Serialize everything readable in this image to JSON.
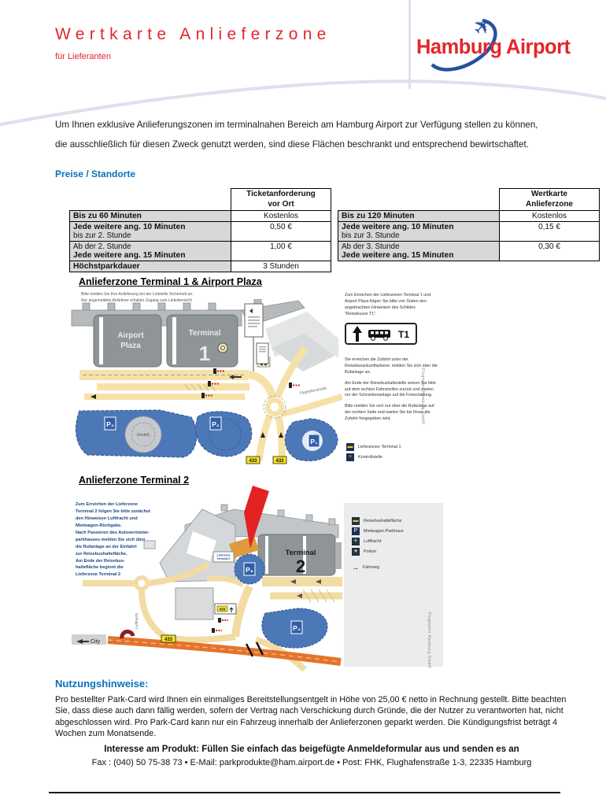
{
  "header": {
    "title": "Wertkarte Anlieferzone",
    "subtitle": "für Lieferanten",
    "logo_text": "Hamburg Airport"
  },
  "colors": {
    "brand_red": "#e2262c",
    "brand_blue": "#27519f",
    "heading_blue": "#0a71b8",
    "curve_gray": "#dce1ee",
    "table_gray": "#d8d8d8",
    "map_road_yellow": "#f6e1a8",
    "map_parking_blue": "#4d78b7",
    "map_building_gray": "#8f9497",
    "map_orange_road": "#e4742b"
  },
  "intro": "Um Ihnen exklusive Anlieferungszonen im terminalnahen Bereich am Hamburg Airport zur Verfügung stellen zu können,\ndie ausschließlich für diesen Zweck genutzt werden, sind diese Flächen beschrankt und entsprechend bewirtschaftet.",
  "prices": {
    "heading": "Preise / Standorte",
    "ticket_table": {
      "col_header": "Ticketanforderung\nvor Ort",
      "rows": [
        {
          "l1": "Bis zu 60 Minuten",
          "l2": "",
          "value": "Kostenlos"
        },
        {
          "l1": "Jede weitere ang. 10 Minuten",
          "l2": "bis zur 2. Stunde",
          "value": "0,50 €"
        },
        {
          "l1": "Ab der 2. Stunde",
          "l2": "Jede weitere ang. 15 Minuten",
          "value": "1,00 €"
        },
        {
          "l1": "Höchstparkdauer",
          "l2": "",
          "value": "3 Stunden"
        }
      ]
    },
    "wertkarte_table": {
      "col_header": "Wertkarte\nAnlieferzone",
      "rows": [
        {
          "l1": "Bis zu 120 Minuten",
          "l2": "",
          "value": "Kostenlos"
        },
        {
          "l1": "Jede weitere ang. 10 Minuten",
          "l2": "bis zur 3. Stunde",
          "value": "0,15 €"
        },
        {
          "l1": "Ab der 3. Stunde",
          "l2": "Jede weitere ang. 15 Minuten",
          "value": "0,30 €"
        }
      ]
    }
  },
  "map1": {
    "title": "Anlieferzone Terminal 1 & Airport Plaza",
    "note": "Bitte melden Sie Ihre Anlieferung bei der Leitstelle Sicherheit an.\nNur angemeldete Anlieferer erhalten Zugang zum Lieferbereich!",
    "labels": {
      "plaza1": "Airport",
      "plaza2": "Plaza",
      "terminal": "Terminal",
      "terminal_no": "1",
      "hotel": "(Hotel)",
      "p4": "P₄",
      "p2": "P₂",
      "p1": "P₁",
      "route_a": "433",
      "route_b": "433",
      "street": "Flughafenstraße"
    },
    "side": {
      "para1": "Zum Erreichen der Lieferzonen Terminal 1 und Airport Plaza folgen Sie bitte von Süden den angebrachten Hinweisen des Schildes \"Reisebusse T1\".",
      "sign_label": "T1",
      "para2": "Sie erreichen die Zufahrt unter der Reisebusankunftsebene; melden Sie sich über die Rufanlage an.",
      "para3": "Am Ende der Reisebushaltestelle setzen Sie bitte auf dem rechten Fahrstreifen zurück und warten vor der Schrankenanlage auf die Freischaltung.",
      "para4": "Bitte melden Sie sich nur über die Rufanlage auf der rechten Seite und warten Sie bis Ihnen die Zufahrt freigegeben wird.",
      "legend": [
        {
          "label": "Lieferzonen Terminal 1"
        },
        {
          "label": "Kontrollstelle"
        }
      ],
      "credit": "Flughafen Hamburg GmbH"
    }
  },
  "map2": {
    "title": "Anlieferzone Terminal 2",
    "description": "Zum Erreichen der Lieferzone\nTerminal 2 folgen Sie bitte zunächst\nden Hinweisen Luftfracht und\nMietwagen-Rückgabe.\nNach Passieren des Autovermieter-\nparkhauses melden Sie sich über\ndie Rufanlage an der Einfahrt\nzur Reisebushaltefläche.\nAm Ende der Reisebus-\nhaltefläche beginnt die\nLieferzone Terminal 2",
    "labels": {
      "terminal": "Terminal",
      "terminal_no": "2",
      "p_circle": "P₈",
      "p_blob": "P₄",
      "route": "433",
      "route_small": "433",
      "city": "City",
      "sign_l1": "Lieferzone",
      "sign_l2": "Terminal 2",
      "street": "Luftfracht"
    },
    "legend": {
      "items": [
        {
          "label": "Reisebushaltefläche"
        },
        {
          "label": "Mietwagen-Parkhaus"
        },
        {
          "label": "Luftfracht"
        },
        {
          "label": "Polizei"
        },
        {
          "label": "Fahrweg"
        }
      ],
      "credit": "Flughafen Hamburg GmbH"
    }
  },
  "usage": {
    "heading": "Nutzungshinweise:",
    "body": "Pro bestellter Park-Card wird Ihnen ein einmaliges Bereitstellungsentgelt in Höhe von 25,00 € netto in Rechnung gestellt. Bitte beachten Sie, dass diese auch dann fällig werden, sofern der Vertrag nach Verschickung durch Gründe, die der Nutzer zu verantworten hat, nicht abgeschlossen wird. Pro Park-Card kann nur ein Fahrzeug innerhalb der Anlieferzonen geparkt werden. Die Kündigungsfrist beträgt 4 Wochen zum Monatsende."
  },
  "footer": {
    "interest": "Interesse am Produkt: Füllen Sie einfach das beigefügte Anmeldeformular aus und senden es an",
    "contact": "Fax : (040) 50 75-38 73  •  E-Mail: parkprodukte@ham.airport.de  •  Post: FHK, Flughafenstraße 1-3, 22335 Hamburg"
  }
}
